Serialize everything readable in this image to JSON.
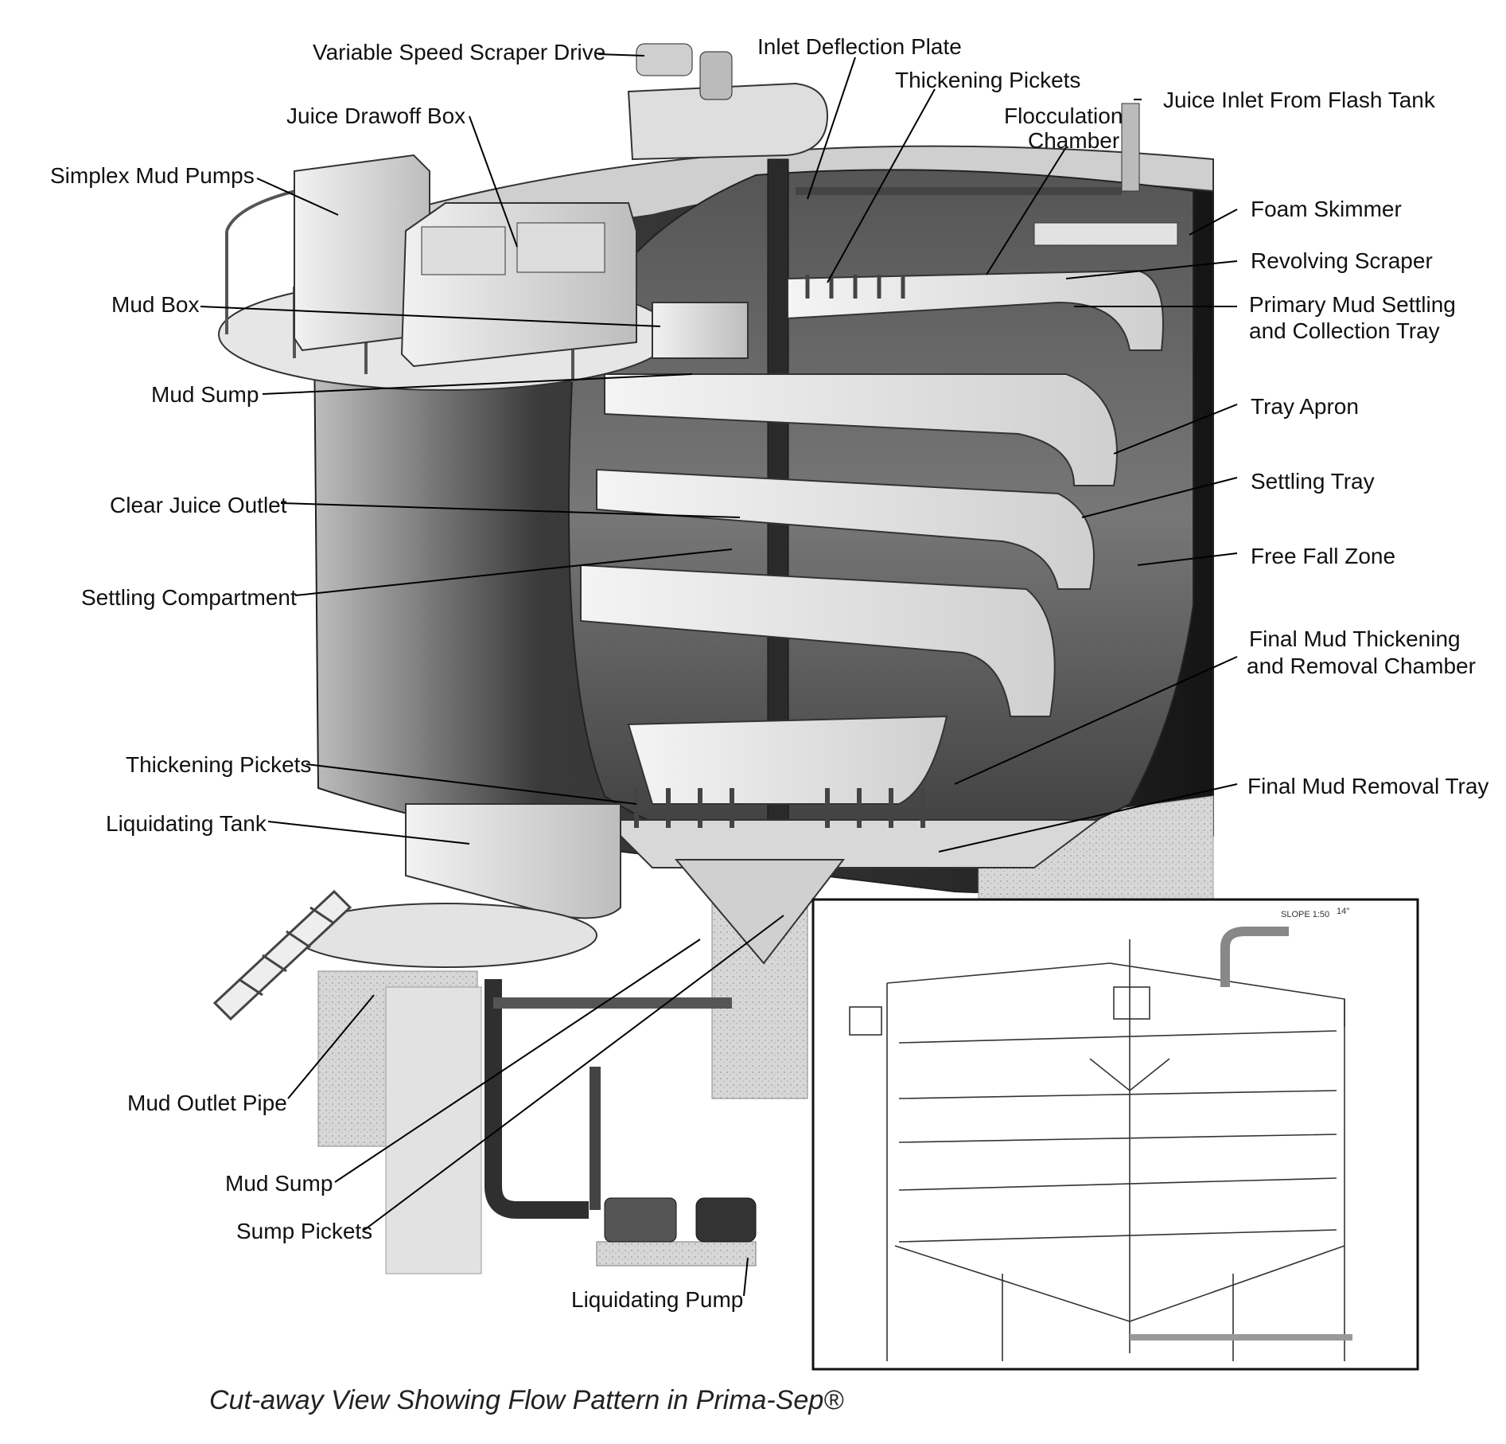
{
  "labels": {
    "variable_speed_scraper_drive": "Variable Speed Scraper Drive",
    "inlet_deflection_plate": "Inlet Deflection Plate",
    "thickening_pickets_top": "Thickening Pickets",
    "juice_inlet_from_flash_tank": "Juice Inlet From Flash Tank",
    "juice_drawoff_box": "Juice Drawoff Box",
    "flocculation_chamber_line1": "Flocculation",
    "flocculation_chamber_line2": "Chamber",
    "simplex_mud_pumps": "Simplex Mud Pumps",
    "foam_skimmer": "Foam Skimmer",
    "revolving_scraper": "Revolving Scraper",
    "mud_box": "Mud Box",
    "primary_mud_settling_line1": "Primary Mud Settling",
    "primary_mud_settling_line2": "and Collection Tray",
    "mud_sump_top": "Mud Sump",
    "tray_apron": "Tray Apron",
    "settling_tray": "Settling Tray",
    "clear_juice_outlet": "Clear Juice Outlet",
    "free_fall_zone": "Free Fall Zone",
    "settling_compartment": "Settling Compartment",
    "final_mud_thickening_line1": "Final Mud Thickening",
    "final_mud_thickening_line2": "and Removal Chamber",
    "thickening_pickets_bottom": "Thickening Pickets",
    "final_mud_removal_tray": "Final Mud Removal Tray",
    "liquidating_tank": "Liquidating Tank",
    "mud_outlet_pipe": "Mud Outlet Pipe",
    "mud_sump_bottom": "Mud Sump",
    "sump_pickets": "Sump Pickets",
    "liquidating_pump": "Liquidating Pump"
  },
  "drawing_inset": {
    "slope_note": "SLOPE 1:50",
    "pipe_note": "14\""
  },
  "caption": "Cut-away View Showing Flow Pattern in Prima-Sep®"
}
